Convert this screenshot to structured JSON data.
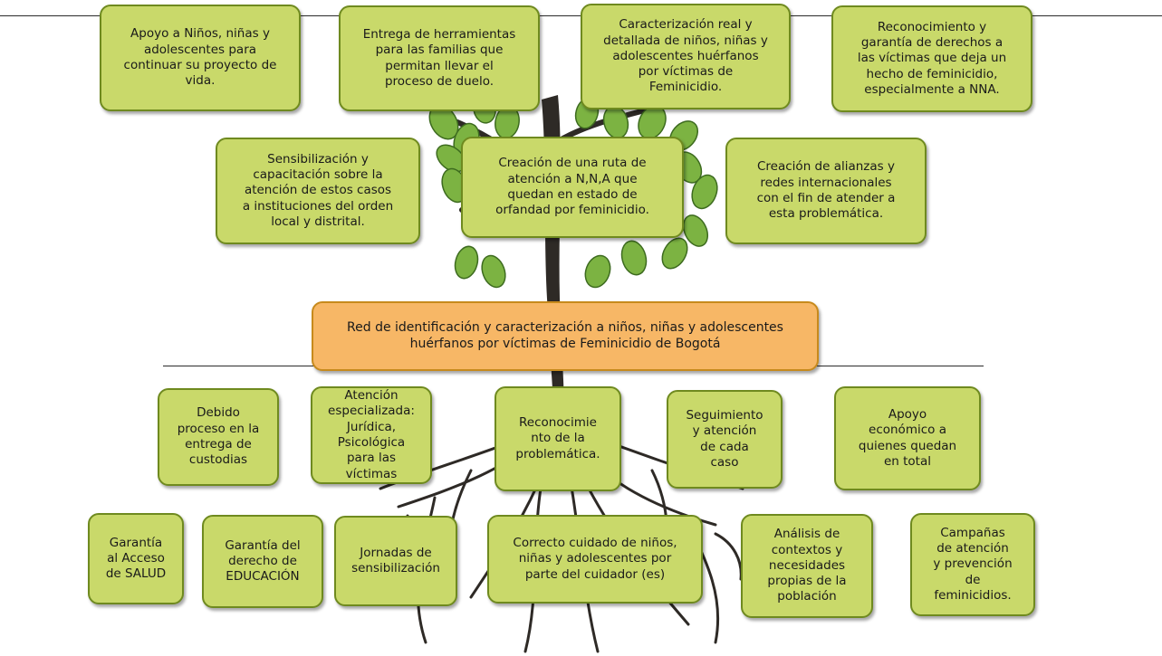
{
  "colors": {
    "box_fill": "#c9d96a",
    "box_border": "#6f8a1f",
    "center_fill": "#f7b766",
    "center_border": "#c78a1c",
    "leaf": "#7cb342",
    "trunk": "#2e2a26"
  },
  "diagram": {
    "top_row": [
      "Apoyo a Niños, niñas y\nadolescentes para\ncontinuar su proyecto de\nvida.",
      "Entrega de herramientas\npara las familias que\npermitan llevar el\nproceso de duelo.",
      "Caracterización real y\ndetallada de niños, niñas y\nadolescentes huérfanos\npor víctimas de\nFeminicidio.",
      "Reconocimiento y\ngarantía de derechos a\nlas víctimas que deja un\nhecho de feminicidio,\nespecialmente a NNA."
    ],
    "middle_row": [
      "Sensibilización y\ncapacitación sobre la\natención de estos casos\na instituciones del orden\nlocal y distrital.",
      "Creación de una ruta de\natención a N,N,A que\nquedan en estado de\norfandad por feminicidio.",
      "Creación de alianzas y\nredes internacionales\ncon el fin de atender a\nesta problemática."
    ],
    "center": "Red de identificación  y caracterización a niños, niñas y adolescentes\nhuérfanos por víctimas de Feminicidio de Bogotá",
    "root_row1": [
      "Debido\nproceso en la\nentrega de\ncustodias",
      "Atención\nespecializada:\nJurídica,\nPsicológica\npara las\nvíctimas",
      "Reconocimie\nnto de la\nproblemática.",
      "Seguimiento\ny atención\nde cada\ncaso",
      "Apoyo\neconómico a\nquienes quedan\nen total"
    ],
    "root_row2": [
      "Garantía\nal Acceso\nde SALUD",
      "Garantía del\nderecho de\nEDUCACIÓN",
      "Jornadas de\nsensibilización",
      "Correcto cuidado de niños,\nniñas y adolescentes por\nparte del cuidador (es)",
      "Análisis de\ncontextos y\nnecesidades\npropias de la\npoblación",
      "Campañas\nde atención\ny prevención\nde\nfeminicidios."
    ]
  }
}
